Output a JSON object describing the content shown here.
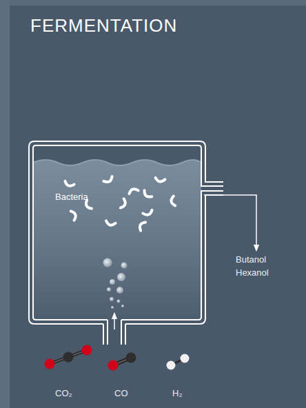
{
  "diagram": {
    "title": "FERMENTATION",
    "nodes": [
      {
        "text": [
          "Bacteria"
        ]
      }
    ],
    "labels": [
      "Butanol Hexanol",
      "CO₂",
      "CO",
      "H₂"
    ]
  }
}
